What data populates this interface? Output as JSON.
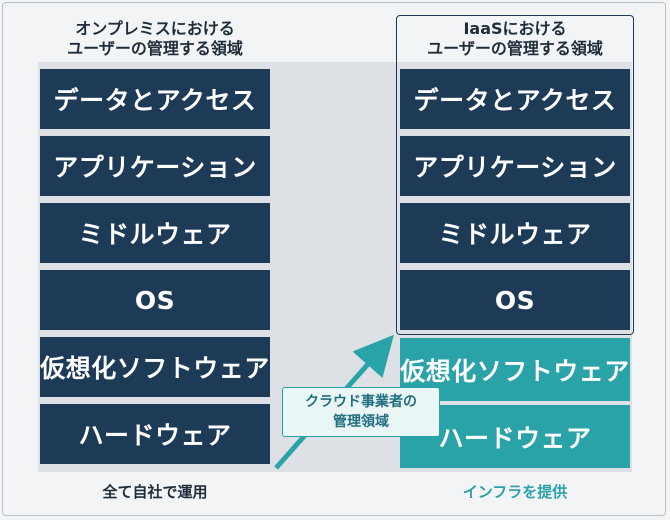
{
  "onprem": {
    "title_line1": "オンプレミスにおける",
    "title_line2": "ユーザーの管理する領域",
    "layers": [
      "データとアクセス",
      "アプリケーション",
      "ミドルウェア",
      "OS",
      "仮想化ソフトウェア",
      "ハードウェア"
    ],
    "bottom_label": "全て自社で運用"
  },
  "iaas": {
    "title_line1": "IaaSにおける",
    "title_line2": "ユーザーの管理する領域",
    "layers": [
      "データとアクセス",
      "アプリケーション",
      "ミドルウェア",
      "OS",
      "仮想化ソフトウェア",
      "ハードウェア"
    ],
    "bottom_label": "インフラを提供"
  },
  "vendor": {
    "line1": "クラウド事業者の",
    "line2": "管理領域"
  },
  "colors": {
    "navy": "#1d3a57",
    "teal": "#2aa3a8",
    "band": "#dde1e6"
  }
}
